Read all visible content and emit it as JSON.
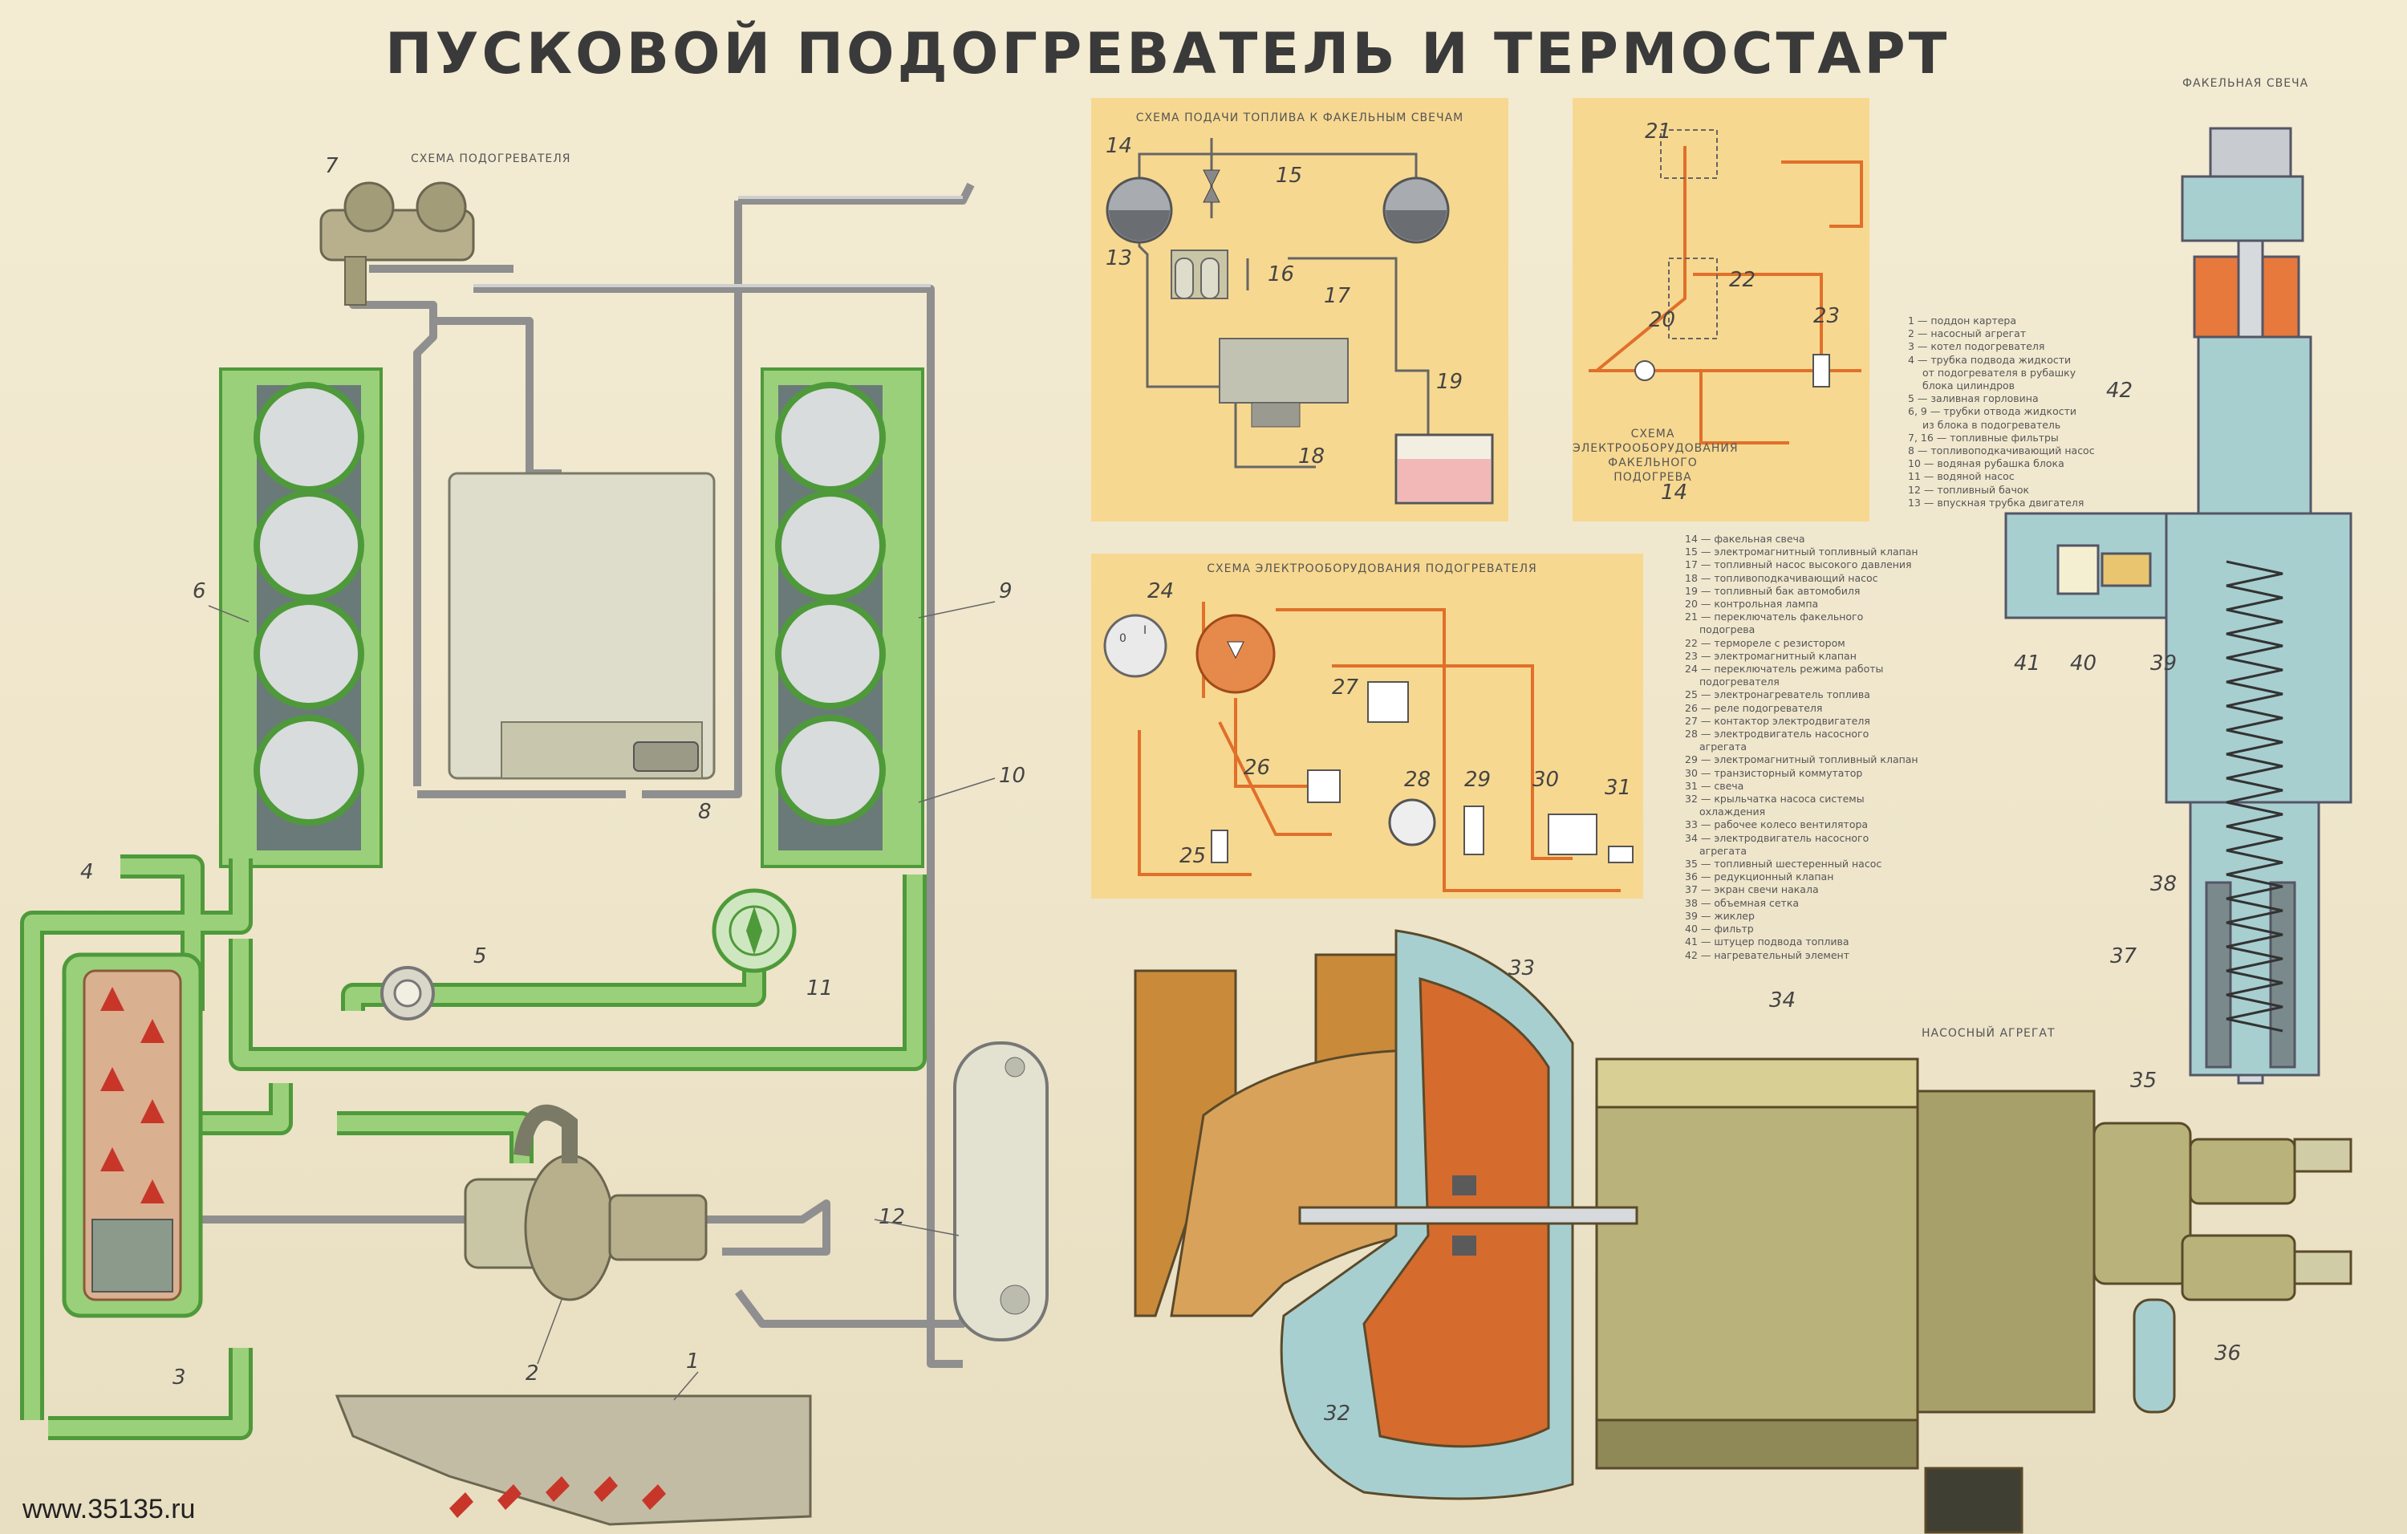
{
  "title": "ПУСКОВОЙ ПОДОГРЕВАТЕЛЬ И ТЕРМОСТАРТ",
  "labels": {
    "heater_scheme": "СХЕМА ПОДОГРЕВАТЕЛЯ",
    "fuel_scheme": "СХЕМА ПОДАЧИ ТОПЛИВА К ФАКЕЛЬНЫМ СВЕЧАМ",
    "flare_electric_scheme": "СХЕМА ЭЛЕКТРООБОРУДОВАНИЯ ФАКЕЛЬНОГО ПОДОГРЕВА",
    "heater_electric_scheme": "СХЕМА ЭЛЕКТРООБОРУДОВАНИЯ ПОДОГРЕВАТЕЛЯ",
    "flare_plug": "ФАКЕЛЬНАЯ СВЕЧА",
    "pump_unit": "НАСОСНЫЙ АГРЕГАТ"
  },
  "legend_right": [
    "1 — поддон картера",
    "2 — насосный агрегат",
    "3 — котел подогревателя",
    "4 — трубка подвода жидкости",
    "от подогревателя в рубашку",
    "блока цилиндров",
    "5 — заливная горловина",
    "6, 9 — трубки отвода жидкости",
    "из блока в подогреватель",
    "7, 16 — топливные фильтры",
    "8 — топливоподкачивающий насос",
    "10 — водяная рубашка блока",
    "11 — водяной насос",
    "12 — топливный бачок",
    "13 — впускная трубка двигателя"
  ],
  "legend_center": [
    "14 — факельная свеча",
    "15 — электромагнитный топливный клапан",
    "17 — топливный насос высокого давления",
    "18 — топливоподкачивающий насос",
    "19 — топливный бак автомобиля",
    "20 — контрольная лампа",
    "21 — переключатель факельного",
    "подогрева",
    "22 — терморелe с резистором",
    "23 — электромагнитный клапан",
    "24 — переключатель режима работы",
    "подогревателя",
    "25 — электронагреватель топлива",
    "26 — реле подогревателя",
    "27 — контактор электродвигателя",
    "28 — электродвигатель насосного",
    "агрегата",
    "29 — электромагнитный топливный клапан",
    "30 — транзисторный коммутатор",
    "31 — свеча",
    "32 — крыльчатка насоса системы",
    "охлаждения",
    "33 — рабочее колесо вентилятора",
    "34 — электродвигатель насосного",
    "агрегата",
    "35 — топливный шестеренный насос",
    "36 — редукционный клапан",
    "37 — экран свечи накала",
    "38 — объемная сетка",
    "39 — жиклер",
    "40 — фильтр",
    "41 — штуцер подвода топлива",
    "42 — нагревательный элемент"
  ],
  "callouts": {
    "heater": [
      "1",
      "2",
      "3",
      "4",
      "5",
      "6",
      "7",
      "8",
      "9",
      "10",
      "11",
      "12"
    ],
    "fuel": [
      "13",
      "14",
      "15",
      "16",
      "17",
      "18",
      "19"
    ],
    "flare_el": [
      "20",
      "21",
      "22",
      "23",
      "14"
    ],
    "heater_el": [
      "24",
      "25",
      "26",
      "27",
      "28",
      "29",
      "30",
      "31"
    ],
    "pump": [
      "32",
      "33",
      "34",
      "35",
      "36"
    ],
    "plug": [
      "37",
      "38",
      "39",
      "40",
      "41",
      "42"
    ]
  },
  "watermark": "www.35135.ru",
  "colors": {
    "coolant": "#9bd07a",
    "coolant_dark": "#4e9a3a",
    "panel": "#f7d890",
    "wire": "#e0702a",
    "casting": "#c98a3a",
    "motor": "#b9b27a",
    "section_blue": "#a8cfd0"
  }
}
